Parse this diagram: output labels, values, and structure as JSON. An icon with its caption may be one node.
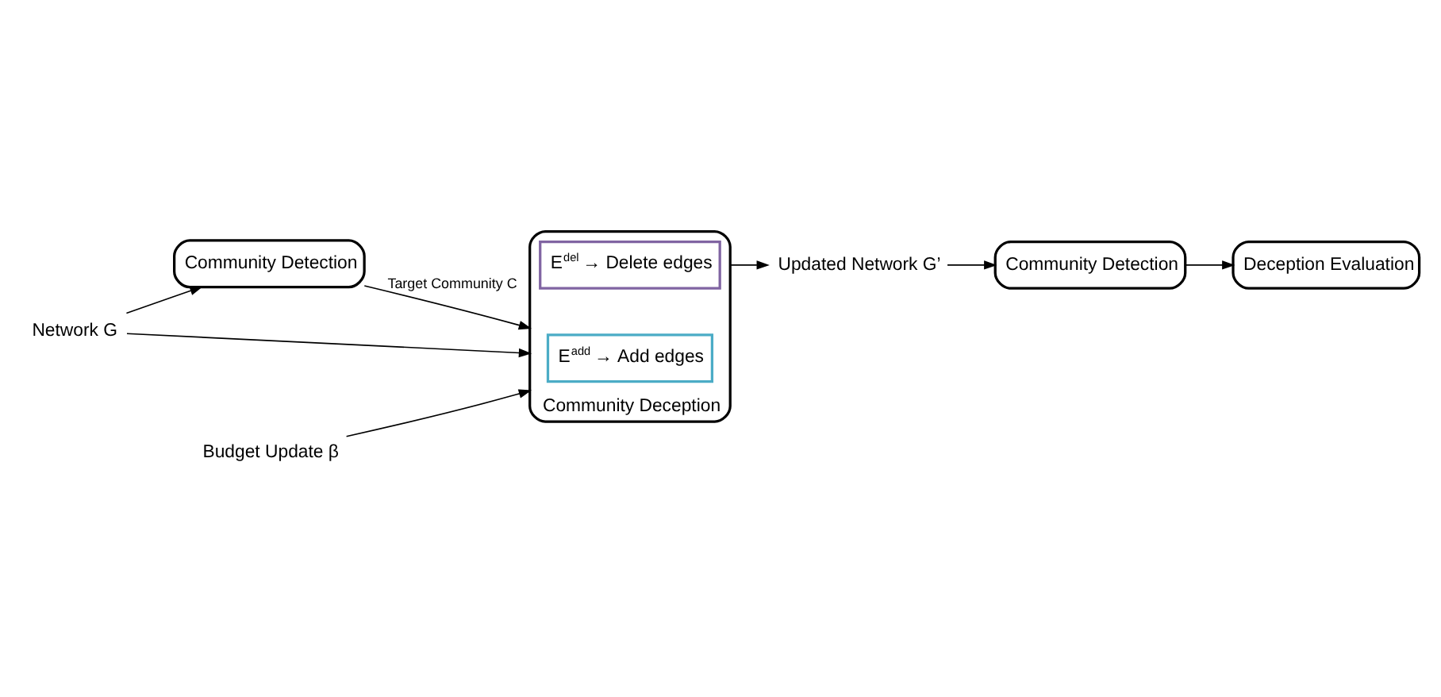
{
  "diagram": {
    "nodes": [
      {
        "text": [
          "Community Detection"
        ]
      },
      {
        "text": [
          "Community Deception"
        ]
      },
      {
        "text": [
          "E$^{del}$ → Delete edges"
        ],
        "in": 1
      },
      {
        "text": [
          "E$^{add}$ → Add edges"
        ],
        "in": 1
      },
      {
        "text": [
          "Network G"
        ]
      },
      {
        "text": [
          "Updated Network G’"
        ]
      },
      {
        "text": [
          "Community Detection"
        ]
      },
      {
        "text": [
          "Deception Evaluation"
        ]
      },
      {
        "text": [
          "Budget Update β"
        ]
      }
    ],
    "edges": [
      {
        "from": 4,
        "to": 0,
        "arrow": "to"
      },
      {
        "from": 0,
        "to": 1,
        "arrow": "to",
        "label": "Target Community C"
      },
      {
        "from": 4,
        "to": 1,
        "arrow": "to"
      },
      {
        "from": 8,
        "to": 1,
        "arrow": "to"
      },
      {
        "from": 1,
        "to": 5,
        "arrow": "to"
      },
      {
        "from": 5,
        "to": 6,
        "arrow": "to"
      },
      {
        "from": 6,
        "to": 7,
        "arrow": "to"
      }
    ]
  }
}
